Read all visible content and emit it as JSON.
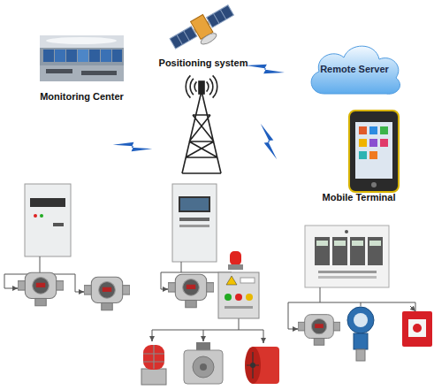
{
  "diagram": {
    "nodes": [
      {
        "text": [
          "Monitoring Center"
        ]
      },
      {
        "text": [
          "Positioning system"
        ]
      },
      {
        "text": [
          "Remote Server"
        ]
      },
      {
        "text": [
          "Mobile Terminal"
        ]
      }
    ]
  }
}
